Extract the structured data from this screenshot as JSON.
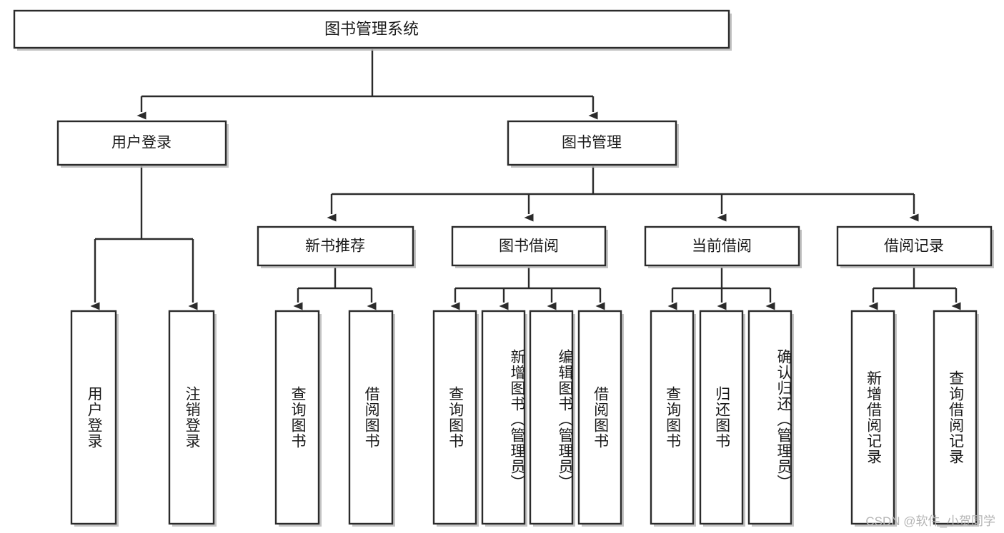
{
  "diagram": {
    "type": "hierarchy-tree",
    "title": "图书管理系统",
    "orientation": "top-down",
    "colors": {
      "box_fill": "#ffffff",
      "box_stroke": "#2b2b2b",
      "text": "#1a1a1a",
      "watermark": "#b5b5b5",
      "background": "#ffffff"
    },
    "levels": [
      {
        "level": 1,
        "nodes": [
          {
            "id": "root",
            "label": "图书管理系统",
            "orientation": "horizontal"
          }
        ]
      },
      {
        "level": 2,
        "nodes": [
          {
            "id": "login",
            "label": "用户登录",
            "parent": "root",
            "orientation": "horizontal"
          },
          {
            "id": "bookmgmt",
            "label": "图书管理",
            "parent": "root",
            "orientation": "horizontal"
          }
        ]
      },
      {
        "level": 3,
        "nodes": [
          {
            "id": "newbook",
            "label": "新书推荐",
            "parent": "bookmgmt",
            "orientation": "horizontal"
          },
          {
            "id": "borrow",
            "label": "图书借阅",
            "parent": "bookmgmt",
            "orientation": "horizontal"
          },
          {
            "id": "current",
            "label": "当前借阅",
            "parent": "bookmgmt",
            "orientation": "horizontal"
          },
          {
            "id": "records",
            "label": "借阅记录",
            "parent": "bookmgmt",
            "orientation": "horizontal"
          }
        ]
      },
      {
        "level": 4,
        "nodes": [
          {
            "id": "leaf-user-login",
            "label": "用户登录",
            "parent": "login",
            "orientation": "vertical"
          },
          {
            "id": "leaf-user-logout",
            "label": "注销登录",
            "parent": "login",
            "orientation": "vertical"
          },
          {
            "id": "leaf-newbook-query",
            "label": "查询图书",
            "parent": "newbook",
            "orientation": "vertical"
          },
          {
            "id": "leaf-newbook-borrow",
            "label": "借阅图书",
            "parent": "newbook",
            "orientation": "vertical"
          },
          {
            "id": "leaf-borrow-query",
            "label": "查询图书",
            "parent": "borrow",
            "orientation": "vertical"
          },
          {
            "id": "leaf-borrow-add",
            "label": "新增图书（管理员）",
            "parent": "borrow",
            "orientation": "vertical"
          },
          {
            "id": "leaf-borrow-edit",
            "label": "编辑图书（管理员）",
            "parent": "borrow",
            "orientation": "vertical"
          },
          {
            "id": "leaf-borrow-lend",
            "label": "借阅图书",
            "parent": "borrow",
            "orientation": "vertical"
          },
          {
            "id": "leaf-current-query",
            "label": "查询图书",
            "parent": "current",
            "orientation": "vertical"
          },
          {
            "id": "leaf-current-return",
            "label": "归还图书",
            "parent": "current",
            "orientation": "vertical"
          },
          {
            "id": "leaf-current-confirm",
            "label": "确认归还（管理员）",
            "parent": "current",
            "orientation": "vertical"
          },
          {
            "id": "leaf-records-add",
            "label": "新增借阅记录",
            "parent": "records",
            "orientation": "vertical"
          },
          {
            "id": "leaf-records-query",
            "label": "查询借阅记录",
            "parent": "records",
            "orientation": "vertical"
          }
        ]
      }
    ],
    "watermark": "CSDN @软件_小贺同学"
  }
}
